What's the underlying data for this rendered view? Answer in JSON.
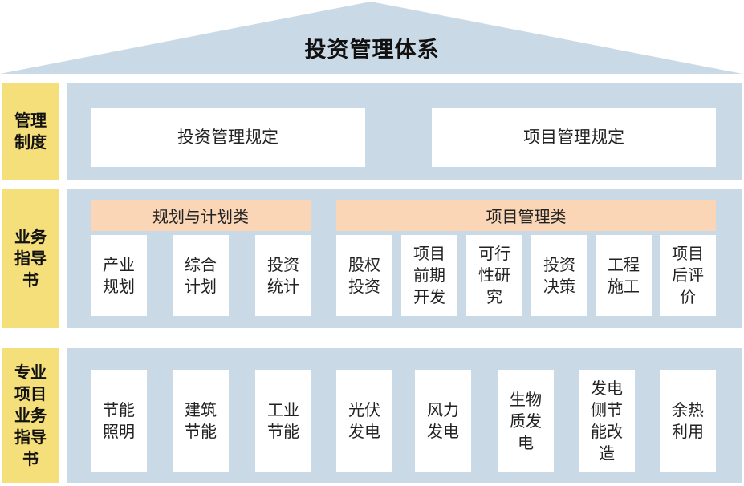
{
  "title": "投资管理体系",
  "rows": {
    "management": {
      "label": "管理制度",
      "items": [
        "投资管理规定",
        "项目管理规定"
      ]
    },
    "business": {
      "label": "业务指导书",
      "categories": [
        "规划与计划类",
        "项目管理类"
      ],
      "planning_items": [
        "产业规划",
        "综合计划",
        "投资统计"
      ],
      "project_items": [
        "股权投资",
        "项目前期开发",
        "可行性研究",
        "投资决策",
        "工程施工",
        "项目后评价"
      ]
    },
    "professional": {
      "label": "专业项目业务指导书",
      "items": [
        "节能照明",
        "建筑节能",
        "工业节能",
        "光伏发电",
        "风力发电",
        "生物质发电",
        "发电侧节能改造",
        "余热利用"
      ]
    }
  },
  "colors": {
    "roof": "#c9d9e6",
    "band": "#c9d9e6",
    "label": "#f5df7a",
    "category": "#fbd6b6",
    "box": "#ffffff"
  }
}
